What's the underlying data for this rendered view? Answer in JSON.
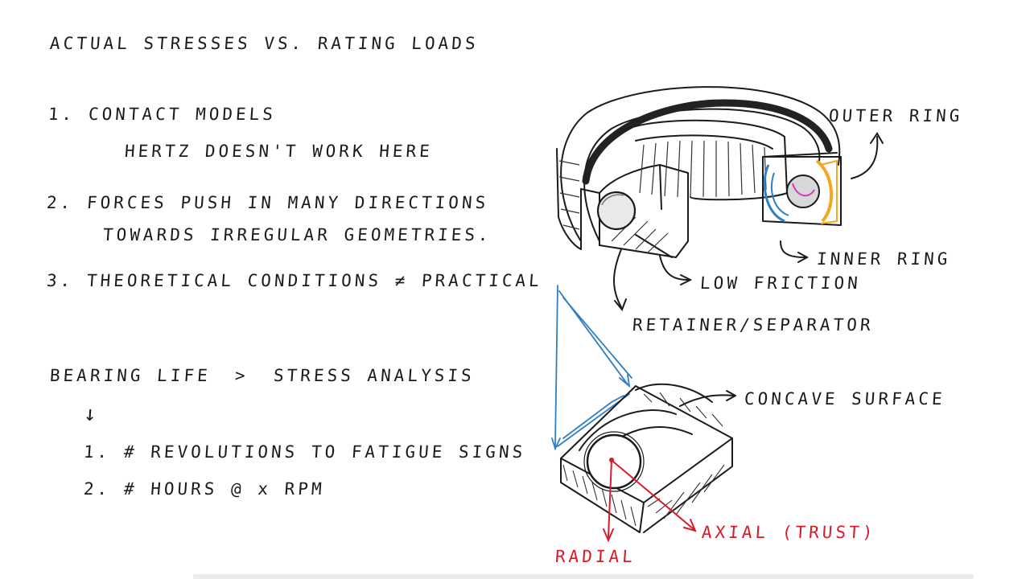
{
  "title": "ACTUAL STRESSES VS. RATING LOADS",
  "notes": {
    "item1": "1. CONTACT MODELS",
    "item1_sub": "HERTZ DOESN'T WORK HERE",
    "item2": "2. FORCES PUSH IN MANY DIRECTIONS",
    "item2_sub": "TOWARDS IRREGULAR GEOMETRIES.",
    "item3": "3. THEORETICAL CONDITIONS ≠ PRACTICAL"
  },
  "life": {
    "heading": "BEARING LIFE",
    "compare": ">",
    "versus": "STRESS ANALYSIS",
    "arrow": "↓",
    "point1": "1. # REVOLUTIONS TO FATIGUE SIGNS",
    "point2": "2. # HOURS @ x RPM"
  },
  "bearing_labels": {
    "outer_ring": "OUTER RING",
    "inner_ring": "INNER RING",
    "low_friction": "LOW FRICTION",
    "retainer": "RETAINER/SEPARATOR"
  },
  "raceway_labels": {
    "concave": "CONCAVE SURFACE",
    "axial": "AXIAL (TRUST)",
    "radial": "RADIAL"
  },
  "colors": {
    "ink": "#1b1b1b",
    "red": "#d81b2b",
    "blue": "#2f7fc1",
    "orange": "#f2a81d",
    "magenta": "#d23ac1"
  }
}
